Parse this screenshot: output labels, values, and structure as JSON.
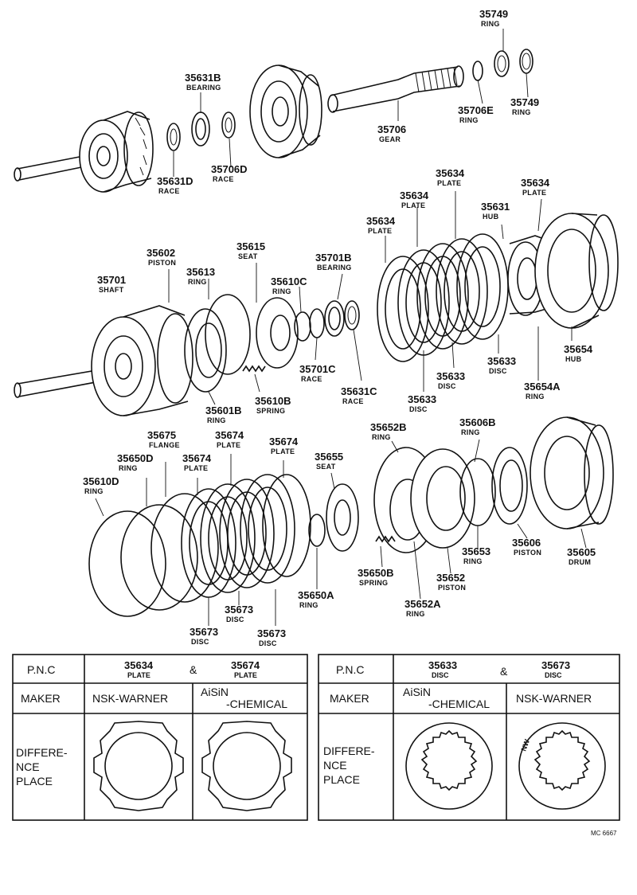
{
  "callouts": [
    {
      "id": "c35749a",
      "number": "35749",
      "desc": "RING"
    },
    {
      "id": "c35749b",
      "number": "35749",
      "desc": "RING"
    },
    {
      "id": "c35706e",
      "number": "35706E",
      "desc": "RING"
    },
    {
      "id": "c35706",
      "number": "35706",
      "desc": "GEAR"
    },
    {
      "id": "c35631b",
      "number": "35631B",
      "desc": "BEARING"
    },
    {
      "id": "c35631d",
      "number": "35631D",
      "desc": "RACE"
    },
    {
      "id": "c35706d",
      "number": "35706D",
      "desc": "RACE"
    },
    {
      "id": "c35634a",
      "number": "35634",
      "desc": "PLATE"
    },
    {
      "id": "c35634b",
      "number": "35634",
      "desc": "PLATE"
    },
    {
      "id": "c35634c",
      "number": "35634",
      "desc": "PLATE"
    },
    {
      "id": "c35634d",
      "number": "35634",
      "desc": "PLATE"
    },
    {
      "id": "c35631",
      "number": "35631",
      "desc": "HUB"
    },
    {
      "id": "c35602",
      "number": "35602",
      "desc": "PISTON"
    },
    {
      "id": "c35615",
      "number": "35615",
      "desc": "SEAT"
    },
    {
      "id": "c35701b",
      "number": "35701B",
      "desc": "BEARING"
    },
    {
      "id": "c35701",
      "number": "35701",
      "desc": "SHAFT"
    },
    {
      "id": "c35613",
      "number": "35613",
      "desc": "RING"
    },
    {
      "id": "c35610c",
      "number": "35610C",
      "desc": "RING"
    },
    {
      "id": "c35633a",
      "number": "35633",
      "desc": "DISC"
    },
    {
      "id": "c35633b",
      "number": "35633",
      "desc": "DISC"
    },
    {
      "id": "c35633c",
      "number": "35633",
      "desc": "DISC"
    },
    {
      "id": "c35654",
      "number": "35654",
      "desc": "HUB"
    },
    {
      "id": "c35654a",
      "number": "35654A",
      "desc": "RING"
    },
    {
      "id": "c35701c",
      "number": "35701C",
      "desc": "RACE"
    },
    {
      "id": "c35631c",
      "number": "35631C",
      "desc": "RACE"
    },
    {
      "id": "c35610b",
      "number": "35610B",
      "desc": "SPRING"
    },
    {
      "id": "c35601b",
      "number": "35601B",
      "desc": "RING"
    },
    {
      "id": "c35675",
      "number": "35675",
      "desc": "FLANGE"
    },
    {
      "id": "c35674a",
      "number": "35674",
      "desc": "PLATE"
    },
    {
      "id": "c35674b",
      "number": "35674",
      "desc": "PLATE"
    },
    {
      "id": "c35674c",
      "number": "35674",
      "desc": "PLATE"
    },
    {
      "id": "c35650d",
      "number": "35650D",
      "desc": "RING"
    },
    {
      "id": "c35610d",
      "number": "35610D",
      "desc": "RING"
    },
    {
      "id": "c35655",
      "number": "35655",
      "desc": "SEAT"
    },
    {
      "id": "c35652b",
      "number": "35652B",
      "desc": "RING"
    },
    {
      "id": "c35606b",
      "number": "35606B",
      "desc": "RING"
    },
    {
      "id": "c35673a",
      "number": "35673",
      "desc": "DISC"
    },
    {
      "id": "c35673b",
      "number": "35673",
      "desc": "DISC"
    },
    {
      "id": "c35673c",
      "number": "35673",
      "desc": "DISC"
    },
    {
      "id": "c35650a",
      "number": "35650A",
      "desc": "RING"
    },
    {
      "id": "c35650b",
      "number": "35650B",
      "desc": "SPRING"
    },
    {
      "id": "c35652",
      "number": "35652",
      "desc": "PISTON"
    },
    {
      "id": "c35652a",
      "number": "35652A",
      "desc": "RING"
    },
    {
      "id": "c35653",
      "number": "35653",
      "desc": "RING"
    },
    {
      "id": "c35606",
      "number": "35606",
      "desc": "PISTON"
    },
    {
      "id": "c35605",
      "number": "35605",
      "desc": "DRUM"
    }
  ],
  "table_left": {
    "pnc_label": "P.N.C",
    "part_a": {
      "number": "35634",
      "desc": "PLATE"
    },
    "amp": "&",
    "part_b": {
      "number": "35674",
      "desc": "PLATE"
    },
    "maker_label": "MAKER",
    "maker_a": "NSK-WARNER",
    "maker_b_line1": "AiSiN",
    "maker_b_line2": "-CHEMICAL",
    "diff_line1": "DIFFERE-",
    "diff_line2": "NCE",
    "diff_line3": "PLACE"
  },
  "table_right": {
    "pnc_label": "P.N.C",
    "part_a": {
      "number": "35633",
      "desc": "DISC"
    },
    "amp": "&",
    "part_b": {
      "number": "35673",
      "desc": "DISC"
    },
    "maker_label": "MAKER",
    "maker_a_line1": "AiSiN",
    "maker_a_line2": "-CHEMICAL",
    "maker_b": "NSK-WARNER",
    "diff_line1": "DIFFERE-",
    "diff_line2": "NCE",
    "diff_line3": "PLACE",
    "disc_mark": "NW"
  },
  "figure_code": "MC 6667"
}
